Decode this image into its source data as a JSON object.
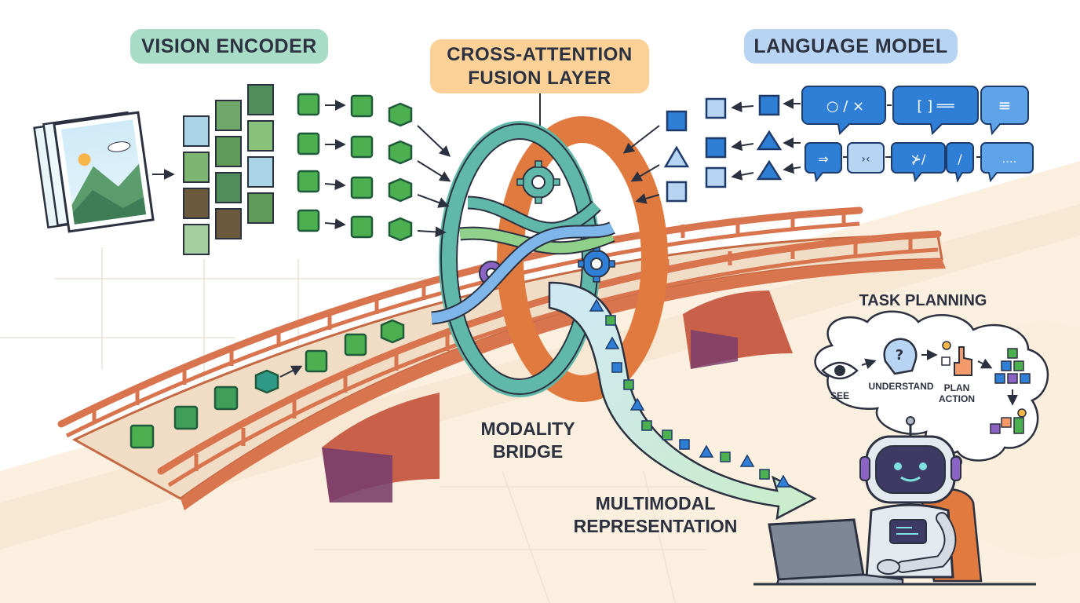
{
  "labels": {
    "vision_encoder": "VISION ENCODER",
    "fusion_layer": "CROSS-ATTENTION FUSION LAYER",
    "language_model": "LANGUAGE MODEL",
    "modality_bridge": "MODALITY BRIDGE",
    "multimodal_representation": "MULTIMODAL REPRESENTATION",
    "task_planning": "TASK PLANNING"
  },
  "planning_steps": {
    "see": "SEE",
    "understand": "UNDERSTAND",
    "plan_action": "PLAN ACTION"
  },
  "text_bubbles": {
    "row1": [
      "○ / ×",
      "[ ] ══",
      "≡"
    ],
    "row2": [
      "⇒",
      "›‹",
      "⊁/",
      "/",
      "‥‥"
    ]
  },
  "colors": {
    "vision": "#a9dcc7",
    "fusion": "#fbd197",
    "language": "#b7d4f2",
    "bridge_wood": "#d8744e",
    "bridge_deck": "#f1dcc5",
    "token_green": "#4caf50",
    "token_blue": "#2f7fd6",
    "ring_teal": "#5fb8a8",
    "ring_orange": "#e07a3f",
    "robot_purple": "#6b4e9b"
  },
  "icons": [
    "image-stack-icon",
    "image-patch-icon",
    "cube-token-icon",
    "hexagon-token-icon",
    "square-token-icon",
    "triangle-token-icon",
    "gear-icon",
    "chat-bubble-icon",
    "eye-icon",
    "head-question-icon",
    "hand-pointer-icon",
    "robot-icon",
    "laptop-icon"
  ]
}
